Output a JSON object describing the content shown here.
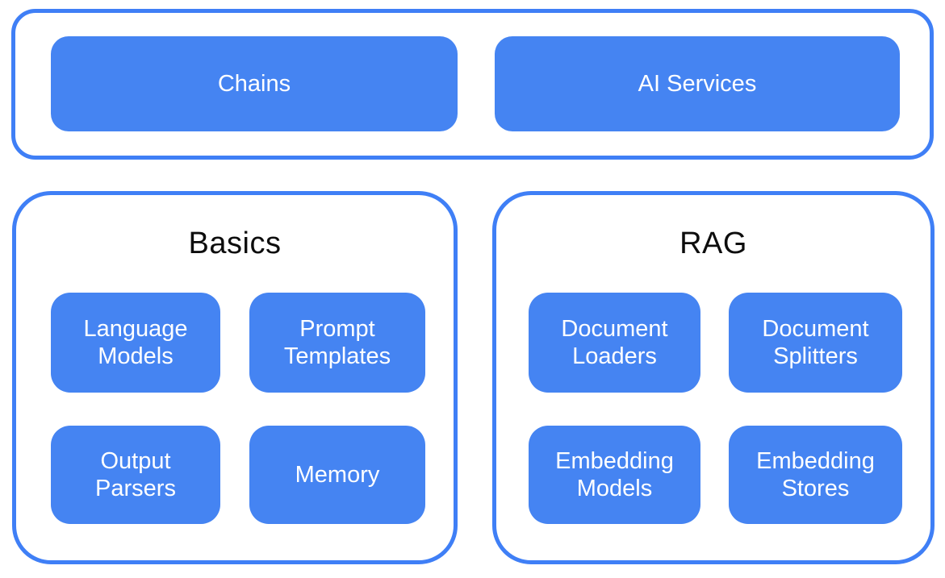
{
  "colors": {
    "background": "#ffffff",
    "container_border": "#3f7ff6",
    "box_fill": "#4584f2",
    "box_text": "#ffffff",
    "title_text": "#0d0d0d"
  },
  "top_group": {
    "items": [
      {
        "label": "Chains"
      },
      {
        "label": "AI Services"
      }
    ]
  },
  "groups": [
    {
      "title": "Basics",
      "items": [
        {
          "label": "Language Models"
        },
        {
          "label": "Prompt Templates"
        },
        {
          "label": "Output Parsers"
        },
        {
          "label": "Memory"
        }
      ]
    },
    {
      "title": "RAG",
      "items": [
        {
          "label": "Document Loaders"
        },
        {
          "label": "Document Splitters"
        },
        {
          "label": "Embedding Models"
        },
        {
          "label": "Embedding Stores"
        }
      ]
    }
  ]
}
